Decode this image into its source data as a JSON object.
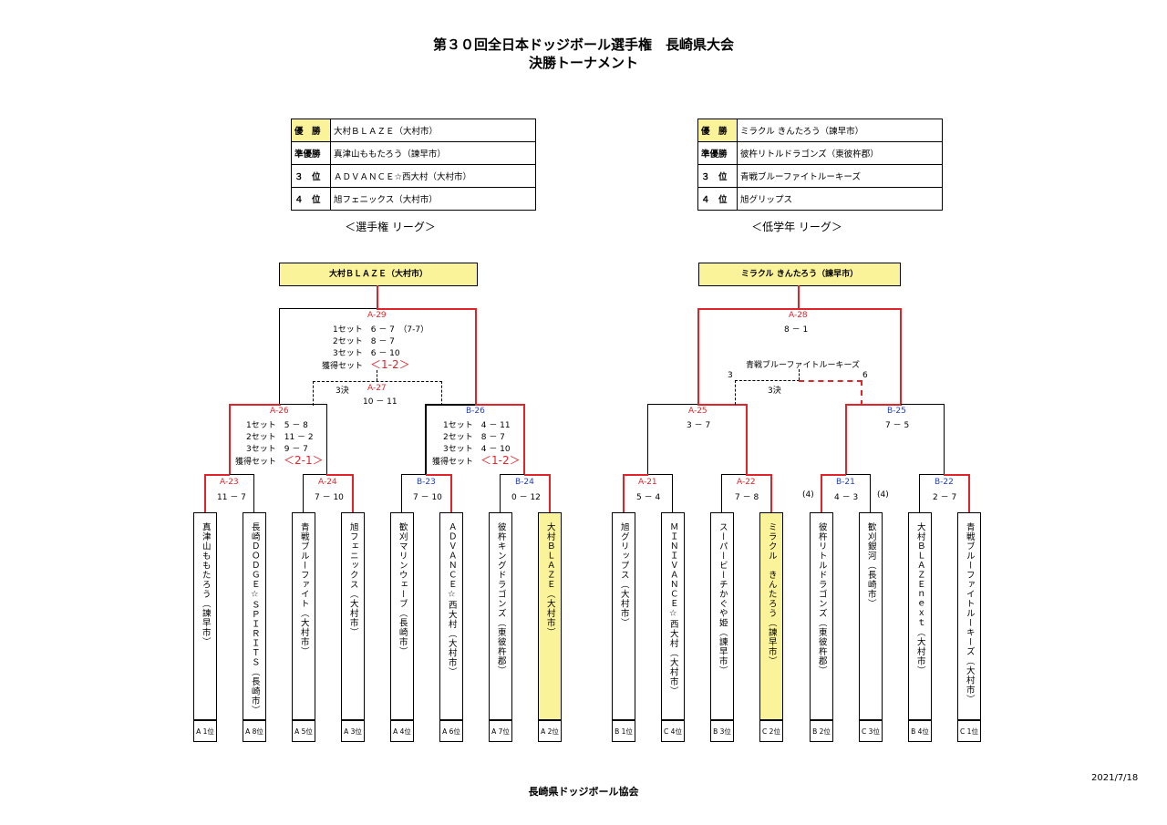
{
  "header": {
    "title": "第３０回全日本ドッジボール選手権　長崎県大会",
    "subtitle": "決勝トーナメント",
    "date": "2021/7/18",
    "footer": "長崎県ドッジボール協会"
  },
  "results": {
    "left": {
      "caption": "＜選手権 リーグ＞",
      "rows": [
        {
          "rank": "優　勝",
          "team": "大村ＢＬＡＺＥ（大村市）"
        },
        {
          "rank": "準優勝",
          "team": "真津山ももたろう（諫早市）"
        },
        {
          "rank": "３　位",
          "team": "ＡＤＶＡＮＣＥ☆西大村（大村市）"
        },
        {
          "rank": "４　位",
          "team": "旭フェニックス（大村市）"
        }
      ]
    },
    "right": {
      "caption": "＜低学年 リーグ＞",
      "rows": [
        {
          "rank": "優　勝",
          "team": "ミラクル きんたろう（諫早市）"
        },
        {
          "rank": "準優勝",
          "team": "彼杵リトルドラゴンズ（東彼杵郡）"
        },
        {
          "rank": "３　位",
          "team": "青戦ブルーファイトルーキーズ"
        },
        {
          "rank": "４　位",
          "team": "旭グリップス"
        }
      ]
    }
  },
  "champions": {
    "left": "大村ＢＬＡＺＥ（大村市）",
    "right": "ミラクル きんたろう（諫早市）"
  },
  "matches": {
    "a29": {
      "id": "A-29",
      "s1": "1セット　6 － 7　（7-7）",
      "s2": "2セット　8 － 7",
      "s3": "3セット　6 － 10",
      "won_label": "獲得セット",
      "won": "＜1-2＞"
    },
    "a27": {
      "label": "3決",
      "id": "A-27",
      "score": "10 － 11"
    },
    "a26": {
      "id": "A-26",
      "s1": "1セット　5 － 8",
      "s2": "2セット　11 － 2",
      "s3": "3セット　9 － 7",
      "won_label": "獲得セット",
      "won": "＜2-1＞"
    },
    "b26": {
      "id": "B-26",
      "s1": "1セット　4 － 11",
      "s2": "2セット　8 － 7",
      "s3": "3セット　4 － 10",
      "won_label": "獲得セット",
      "won": "＜1-2＞"
    },
    "a23": {
      "id": "A-23",
      "score": "11 － 7"
    },
    "a24": {
      "id": "A-24",
      "score": "7 － 10"
    },
    "b23": {
      "id": "B-23",
      "score": "7 － 10"
    },
    "b24": {
      "id": "B-24",
      "score": "0 － 12"
    },
    "a28": {
      "id": "A-28",
      "score": "8 － 1"
    },
    "third_r": {
      "team": "青戦ブルーファイトルーキーズ",
      "label": "3決",
      "left": "3",
      "right": "6"
    },
    "a25": {
      "id": "A-25",
      "score": "3 － 7"
    },
    "b25": {
      "id": "B-25",
      "score": "7 － 5"
    },
    "a21": {
      "id": "A-21",
      "score": "5 － 4"
    },
    "a22": {
      "id": "A-22",
      "score": "7 － 8"
    },
    "b21": {
      "id": "B-21",
      "score": "4 － 3",
      "left": "(4)",
      "right": "(4)"
    },
    "b22": {
      "id": "B-22",
      "score": "2 － 7"
    }
  },
  "teams": [
    {
      "name": "真津山ももたろう（諫早市）",
      "seed": "A 1位"
    },
    {
      "name": "長崎ＤＯＤＧＥ☆ＳＰＩＲＩＴＳ（長崎市）",
      "seed": "A 8位"
    },
    {
      "name": "青戦ブルーファイト（大村市）",
      "seed": "A 5位"
    },
    {
      "name": "旭フェニックス（大村市）",
      "seed": "A 3位"
    },
    {
      "name": "歓刈マリンウェーブ（長崎市）",
      "seed": "A 4位"
    },
    {
      "name": "ＡＤＶＡＮＣＥ☆西大村（大村市）",
      "seed": "A 6位"
    },
    {
      "name": "彼杵キングドラゴンズ（東彼杵郡）",
      "seed": "A 7位"
    },
    {
      "name": "大村ＢＬＡＺＥ（大村市）",
      "seed": "A 2位"
    },
    {
      "name": "旭グリップス（大村市）",
      "seed": "B 1位"
    },
    {
      "name": "ＭＩＮＩＶＡＮＣＥ☆西大村（大村市）",
      "seed": "C 4位"
    },
    {
      "name": "スーパービーチかぐや姫（諫早市）",
      "seed": "B 3位"
    },
    {
      "name": "ミラクル　きんたろう（諫早市）",
      "seed": "C 2位"
    },
    {
      "name": "彼杵リトルドラゴンズ（東彼杵郡）",
      "seed": "B 2位"
    },
    {
      "name": "歓刈銀河（長崎市）",
      "seed": "C 3位"
    },
    {
      "name": "大村ＢＬＡＺＥｎｅｘｔ（大村市）",
      "seed": "B 4位"
    },
    {
      "name": "青戦ブルーファイトルーキーズ（大村市）",
      "seed": "C 1位"
    }
  ],
  "colors": {
    "win_line": "#e0242a",
    "highlight": "#fbf39a",
    "b_match": "#2040c0"
  }
}
